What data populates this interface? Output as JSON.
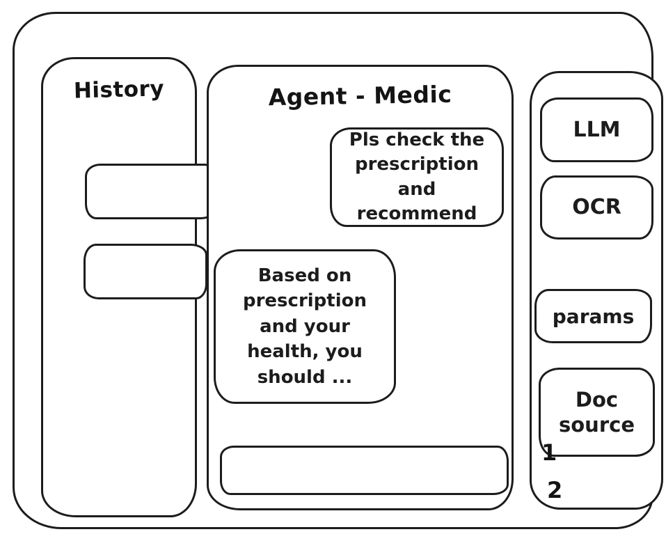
{
  "colors": {
    "ink": "#1c1c1c",
    "background": "#ffffff"
  },
  "history_panel": {
    "title": "History",
    "items": [
      "",
      ""
    ]
  },
  "chat_panel": {
    "title": "Agent - Medic",
    "messages": [
      {
        "role": "user",
        "text": "Pls check the prescription and recommend"
      },
      {
        "role": "assistant",
        "text": "Based on prescription and your health, you should ..."
      }
    ],
    "input": {
      "value": "",
      "placeholder": ""
    }
  },
  "tools_panel": {
    "items": [
      {
        "label": "LLM"
      },
      {
        "label": "OCR"
      },
      {
        "label": "params"
      },
      {
        "label": "Doc source"
      }
    ],
    "annotations": [
      "1",
      "2"
    ]
  }
}
